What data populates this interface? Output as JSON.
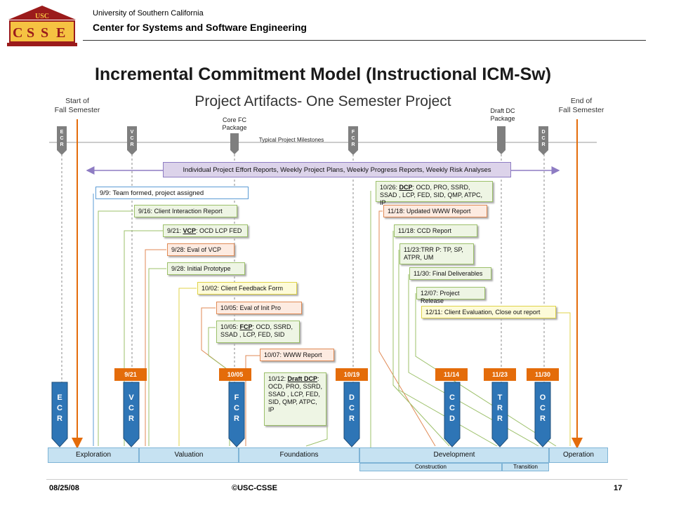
{
  "header": {
    "university": "University of Southern California",
    "center": "Center for Systems and Software Engineering",
    "logo_text": "USC CSSE"
  },
  "title": "Incremental Commitment Model (Instructional ICM-Sw)",
  "subtitle": "Project Artifacts- One Semester Project",
  "top_labels": {
    "start": "Start of\nFall Semester",
    "end": "End of\nFall Semester",
    "core_fc": "Core FC\nPackage",
    "draft_dc": "Draft DC\nPackage",
    "milestones": "Typical  Project Milestones"
  },
  "effort_bar": "Individual Project Effort Reports, Weekly Project Plans, Weekly Progress Reports, Weekly Risk Analyses",
  "left_items": [
    "9/9: Team formed, project assigned",
    "9/16: Client Interaction Report",
    "9/21: ",
    "VCP",
    ": OCD LCP FED",
    "9/28: Eval of VCP",
    "9/28: Initial Prototype",
    "10/02: Client Feedback Form",
    "10/05: Eval of Init Pro",
    "10/05: ",
    "FCP",
    ": OCD, SSRD, SSAD , LCP, FED, SID",
    "10/07: WWW Report",
    "10/12: ",
    "Draft DCP",
    ": OCD, PRO, SSRD, SSAD , LCP, FED, SID, QMP, ATPC, IP"
  ],
  "right_items": [
    "10/26: ",
    "DCP",
    ": OCD, PRO, SSRD, SSAD , LCP, FED, SID, QMP, ATPC, IP",
    "11/18: Updated WWW Report",
    "11/18: CCD Report",
    "11/23:TRR P: TP, SP, ATPR, UM",
    "11/30: Final Deliverables",
    "12/07: Project Release",
    "12/11: Client Evaluation, Close out report"
  ],
  "dates": [
    "9/21",
    "10/05",
    "10/19",
    "11/14",
    "11/23",
    "11/30"
  ],
  "milestone_markers": [
    "E\nC\nR",
    "V\nC\nR",
    "F\nC\nR",
    "D\nC\nR",
    "C\nC\nD",
    "T\nR\nR",
    "O\nC\nR"
  ],
  "phases": [
    "Exploration",
    "Valuation",
    "Foundations",
    "Development",
    "Operation"
  ],
  "subphases": [
    "Construction",
    "Transition"
  ],
  "footer": {
    "date": "08/25/08",
    "copyright": "©USC-CSSE",
    "page": "17"
  },
  "colors": {
    "orange": "#e46c0a",
    "blue": "#2e75b6",
    "purple": "#8e7cc3",
    "green": "#9cc06a"
  }
}
